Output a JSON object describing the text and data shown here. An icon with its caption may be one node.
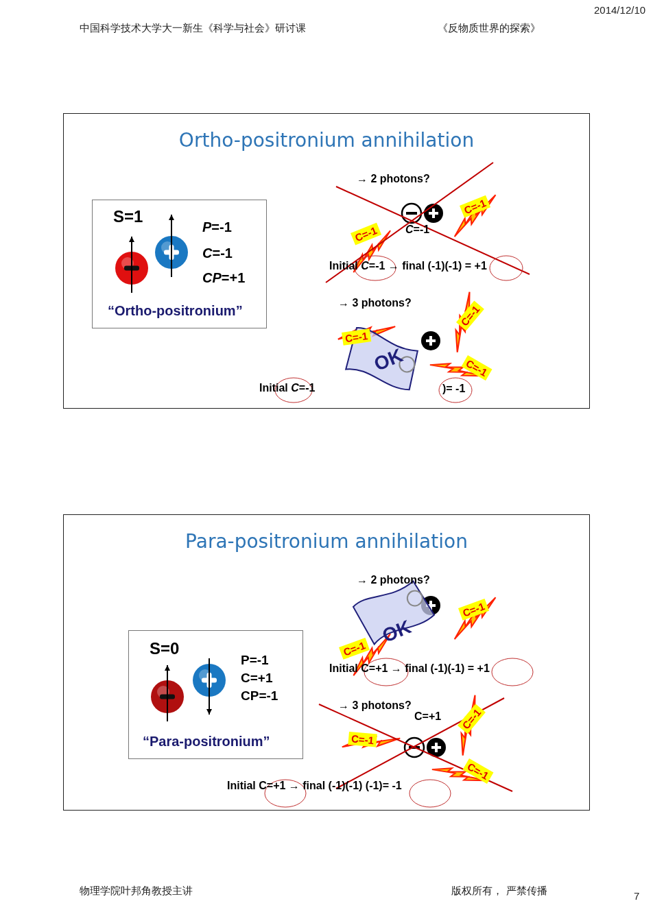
{
  "diagram": {
    "nodes": [
      {
        "text": [
          "Ortho-positronium annihilation"
        ]
      },
      {
        "text": [
          "S=1",
          "*P*=-1",
          "*C*=-1",
          "*CP*=+1",
          "“Ortho-positronium”"
        ],
        "in": 0
      },
      {
        "text": [
          "Para-positronium annihilation"
        ]
      },
      {
        "text": [
          "S=0",
          "P=-1",
          "C=+1",
          "CP=-1",
          "“Para-positronium”"
        ],
        "in": 2
      }
    ],
    "labels": [
      "2014/12/10",
      "中国科学技术大学大一新生《科学与社会》研讨课",
      "《反物质世界的探索》",
      "→ 2  photons?",
      "C=-1",
      "C=-1",
      "*C*=-1",
      "Initial *C*=-1 → final (-1)(-1) = +1",
      "→ 3 photons?",
      "C=-1",
      "OK",
      "C=-1",
      "C=-1",
      "Initial *C*=-1",
      ")= -1",
      "→ 2  photons?",
      "OK",
      "C=-1",
      "C=-1",
      "Initial C=+1 → final (-1)(-1) = +1",
      "→ 3 photons?",
      "C=+1",
      "C=-1",
      "C=-1",
      "C=-1",
      "Initial C=+1 → final (-1)(-1) (-1)= -1",
      "物理学院叶邦角教授主讲",
      "版权所有， 严禁传播",
      "7"
    ]
  }
}
